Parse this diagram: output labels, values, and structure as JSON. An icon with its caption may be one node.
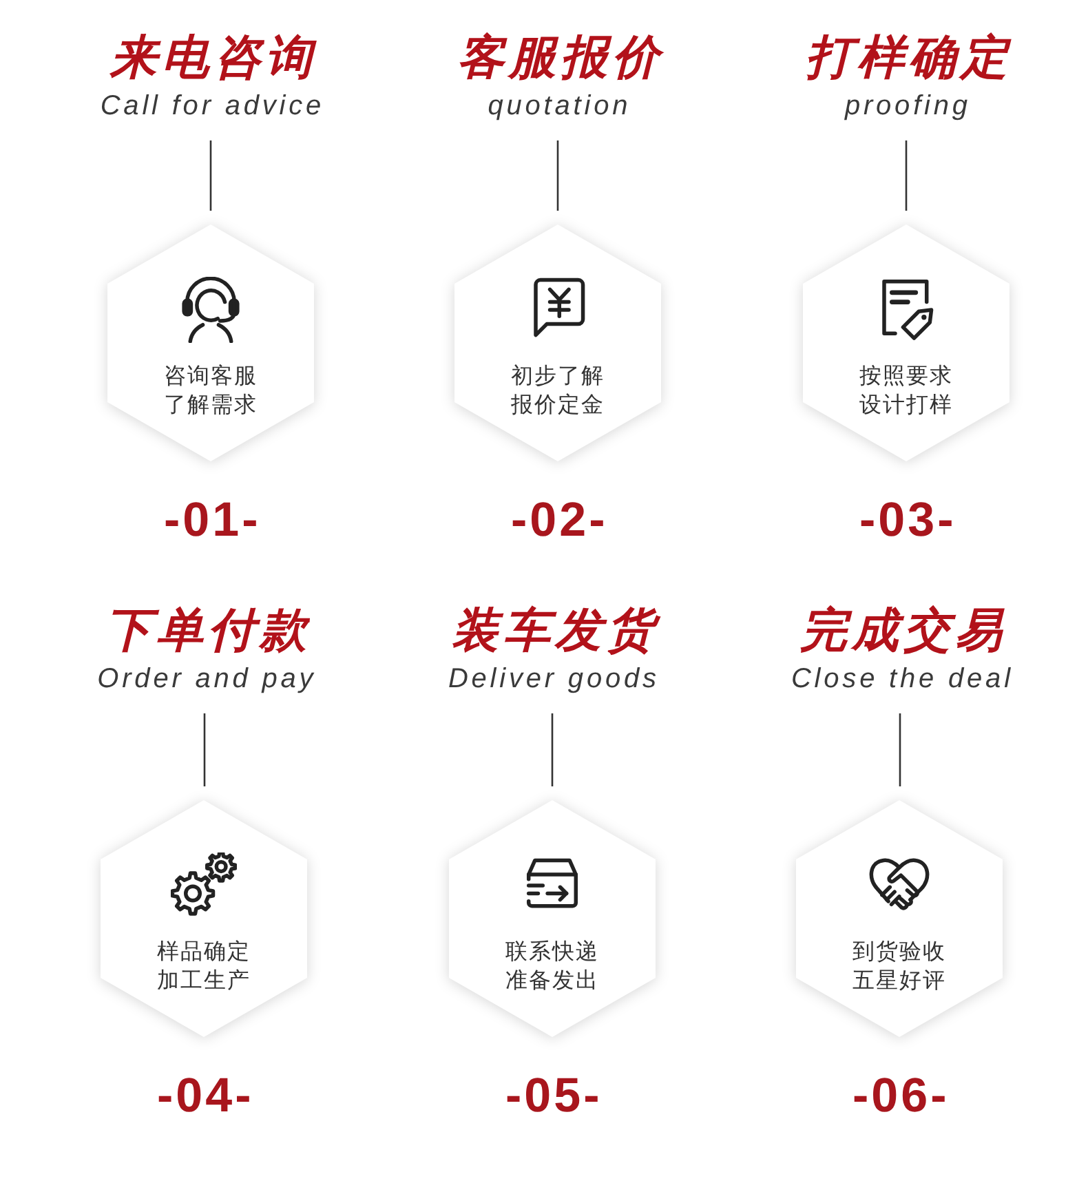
{
  "diagram": {
    "nodes": [
      {
        "text": [
          "来电咨询",
          "Call for advice"
        ]
      },
      {
        "text": [
          "客服报价",
          "quotation"
        ]
      },
      {
        "text": [
          "打样确定",
          "proofing"
        ]
      },
      {
        "text": [
          "咨询客服了解需求"
        ]
      },
      {
        "text": [
          "初步了解报价定金"
        ]
      },
      {
        "text": [
          "按照要求设计打样"
        ]
      },
      {
        "text": [
          "下单付款",
          "Order and pay"
        ]
      },
      {
        "text": [
          "装车发货",
          "Deliver goods"
        ]
      },
      {
        "text": [
          "完成交易",
          "Close the deal"
        ]
      },
      {
        "text": [
          "样品确定加工生产"
        ]
      },
      {
        "text": [
          "联系快递准备发出"
        ]
      },
      {
        "text": [
          "到货验收五星好评"
        ]
      }
    ],
    "edges": [
      {
        "from": 0,
        "to": 3,
        "arrow": "none"
      },
      {
        "from": 1,
        "to": 4,
        "arrow": "none"
      },
      {
        "from": 2,
        "to": 5,
        "arrow": "none"
      },
      {
        "from": 6,
        "to": 9,
        "arrow": "none"
      },
      {
        "from": 7,
        "to": 10,
        "arrow": "none"
      },
      {
        "from": 8,
        "to": 11,
        "arrow": "none"
      }
    ],
    "labels": [
      "-01-",
      "-02-",
      "-03-",
      "-04-",
      "-05-",
      "-06-"
    ]
  }
}
